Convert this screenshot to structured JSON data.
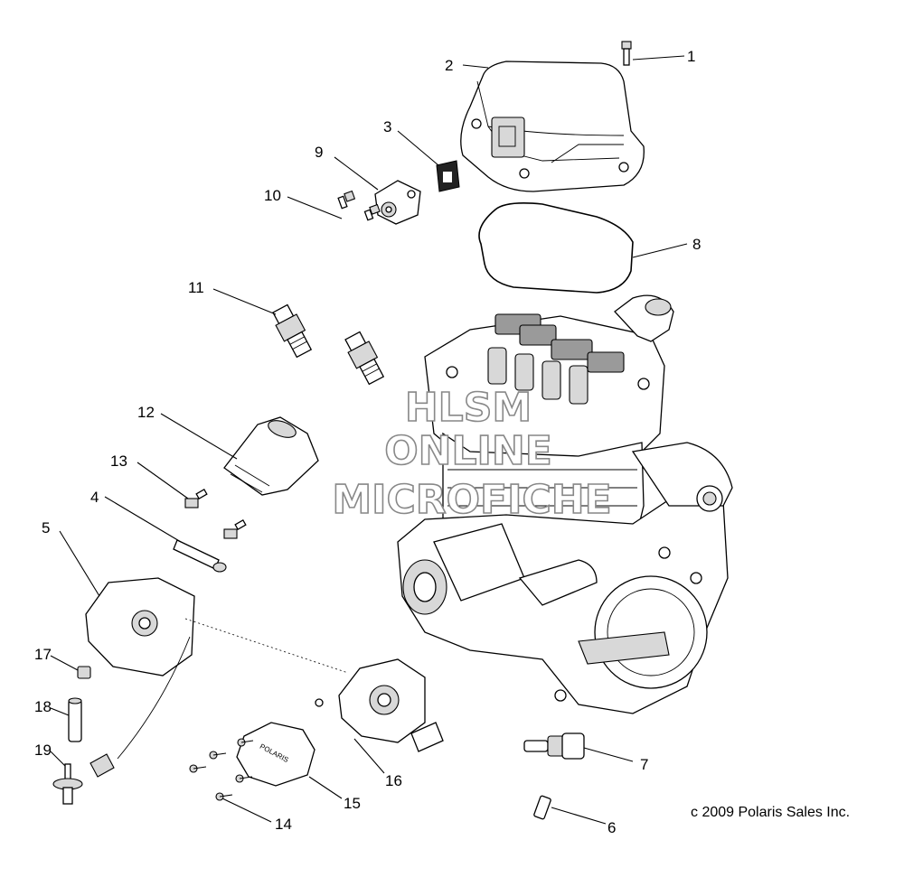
{
  "callouts": [
    {
      "id": "c1",
      "label": "1"
    },
    {
      "id": "c2",
      "label": "2"
    },
    {
      "id": "c3",
      "label": "3"
    },
    {
      "id": "c4",
      "label": "4"
    },
    {
      "id": "c5",
      "label": "5"
    },
    {
      "id": "c6",
      "label": "6"
    },
    {
      "id": "c7",
      "label": "7"
    },
    {
      "id": "c8",
      "label": "8"
    },
    {
      "id": "c9",
      "label": "9"
    },
    {
      "id": "c10",
      "label": "10"
    },
    {
      "id": "c11",
      "label": "11"
    },
    {
      "id": "c12",
      "label": "12"
    },
    {
      "id": "c13",
      "label": "13"
    },
    {
      "id": "c14",
      "label": "14"
    },
    {
      "id": "c15",
      "label": "15"
    },
    {
      "id": "c16",
      "label": "16"
    },
    {
      "id": "c17",
      "label": "17"
    },
    {
      "id": "c18",
      "label": "18"
    },
    {
      "id": "c19",
      "label": "19"
    }
  ],
  "watermark": {
    "line1": "HLSM",
    "line2": "ONLINE",
    "line3": "MICROFICHE"
  },
  "copyright": "c 2009 Polaris Sales Inc.",
  "cover_text": "POLARIS"
}
